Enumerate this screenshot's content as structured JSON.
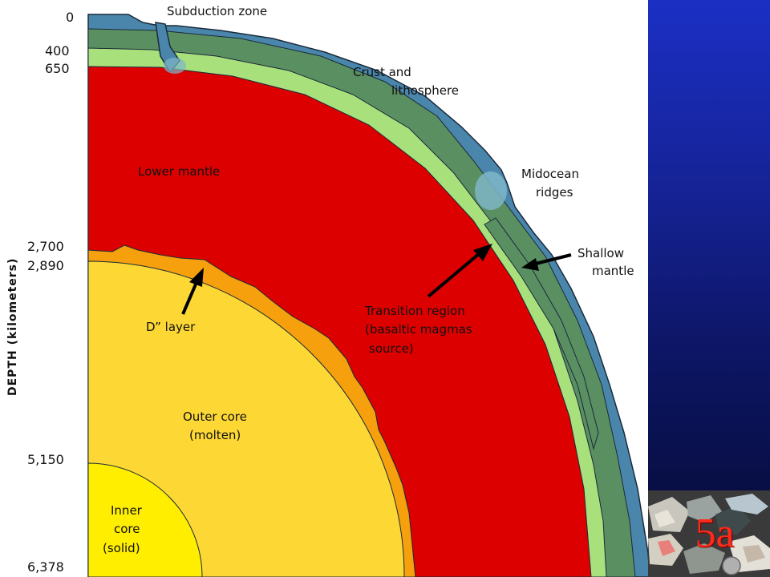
{
  "labels": {
    "subduction_zone": "Subduction zone",
    "crust_line1": "Crust and",
    "crust_line2": "lithosphere",
    "midocean_line1": "Midocean",
    "midocean_line2": "ridges",
    "shallow_line1": "Shallow",
    "shallow_line2": "mantle",
    "lower_mantle": "Lower mantle",
    "transition_line1": "Transition region",
    "transition_line2": "(basaltic magmas",
    "transition_line3": "source)",
    "d_layer": "D” layer",
    "outer_core_line1": "Outer core",
    "outer_core_line2": "(molten)",
    "inner_core_line1": "Inner",
    "inner_core_line2": "core",
    "inner_core_line3": "(solid)"
  },
  "depth_axis": {
    "title": "DEPTH (kilometers)",
    "ticks": [
      "0",
      "400",
      "650",
      "2,700",
      "2,890",
      "5,150",
      "6,378"
    ]
  },
  "slide_number": "5a",
  "colors": {
    "crust": "#4a86ac",
    "lithosphere": "#5a8f62",
    "transition": "#a8e07c",
    "lower_mantle": "#dd0000",
    "d_layer": "#f5a00c",
    "outer_core": "#fdd835",
    "inner_core": "#ffee00",
    "panel": "#16249a"
  }
}
